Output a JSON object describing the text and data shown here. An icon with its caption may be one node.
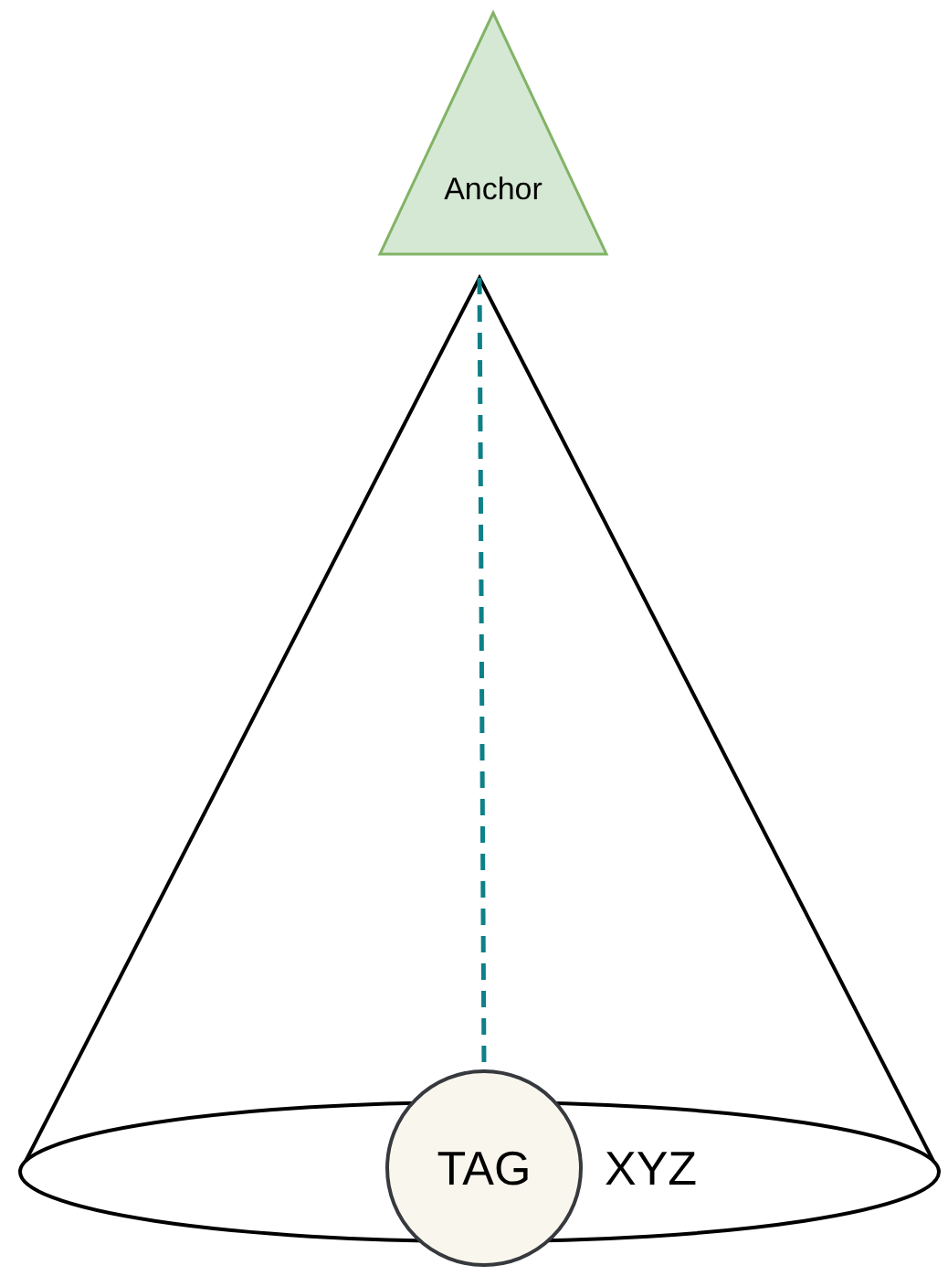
{
  "diagram": {
    "nodes": [
      {
        "text": [
          "Anchor"
        ]
      },
      {
        "text": [],
        "shape": "cone"
      },
      {
        "text": [
          "TAG"
        ],
        "beside": [
          "XYZ"
        ]
      }
    ],
    "edges": [
      {
        "from": 1,
        "to": 2,
        "arrow": "none",
        "style": "dashed",
        "color": "#0e8088"
      }
    ]
  }
}
